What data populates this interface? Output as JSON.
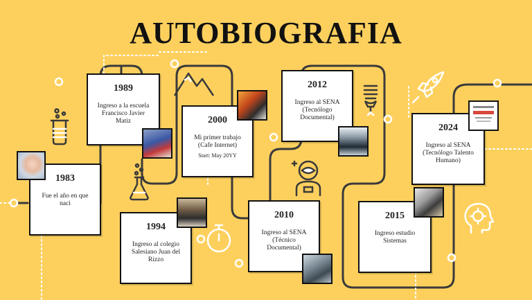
{
  "title": "AUTOBIOGRAFIA",
  "events": [
    {
      "year": "1983",
      "text": "Fue el año en que naci",
      "sub": ""
    },
    {
      "year": "1989",
      "text": "Ingreso a la escuela Francisco Javier Matiz",
      "sub": ""
    },
    {
      "year": "1994",
      "text": "Ingreso al colegio Salesiano Juan del Rizzo",
      "sub": ""
    },
    {
      "year": "2000",
      "text": "Mi primer trabajo (Cafe Internet)",
      "sub": "Start: May 20YY"
    },
    {
      "year": "2010",
      "text": "Ingreso al SENA (Técnico Documental)",
      "sub": ""
    },
    {
      "year": "2012",
      "text": "Ingreso al SENA (Tecnólogo Documental)",
      "sub": ""
    },
    {
      "year": "2015",
      "text": "Ingreso estudio Sistemas",
      "sub": ""
    },
    {
      "year": "2024",
      "text": "Ingreso al SENA (Tecnólogo Talento Humano)",
      "sub": ""
    }
  ],
  "colors": {
    "background": "#fdd05e",
    "line": "#444444",
    "card": "#ffffff"
  },
  "icons": [
    "beaker-icon",
    "flask-icon",
    "mountain-icon",
    "stopwatch-icon",
    "astronaut-icon",
    "lightbulb-icon",
    "rocket-icon",
    "head-gear-icon"
  ]
}
